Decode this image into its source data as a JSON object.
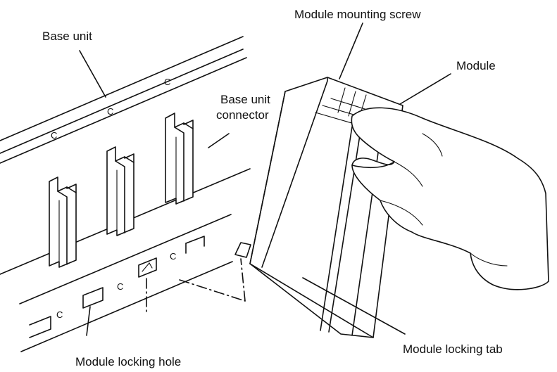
{
  "labels": {
    "base_unit": "Base unit",
    "module_mounting_screw": "Module mounting screw",
    "module": "Module",
    "base_unit_connector_line1": "Base unit",
    "base_unit_connector_line2": "connector",
    "module_locking_tab": "Module locking tab",
    "module_locking_hole": "Module locking hole"
  },
  "marks": {
    "c": "C"
  }
}
